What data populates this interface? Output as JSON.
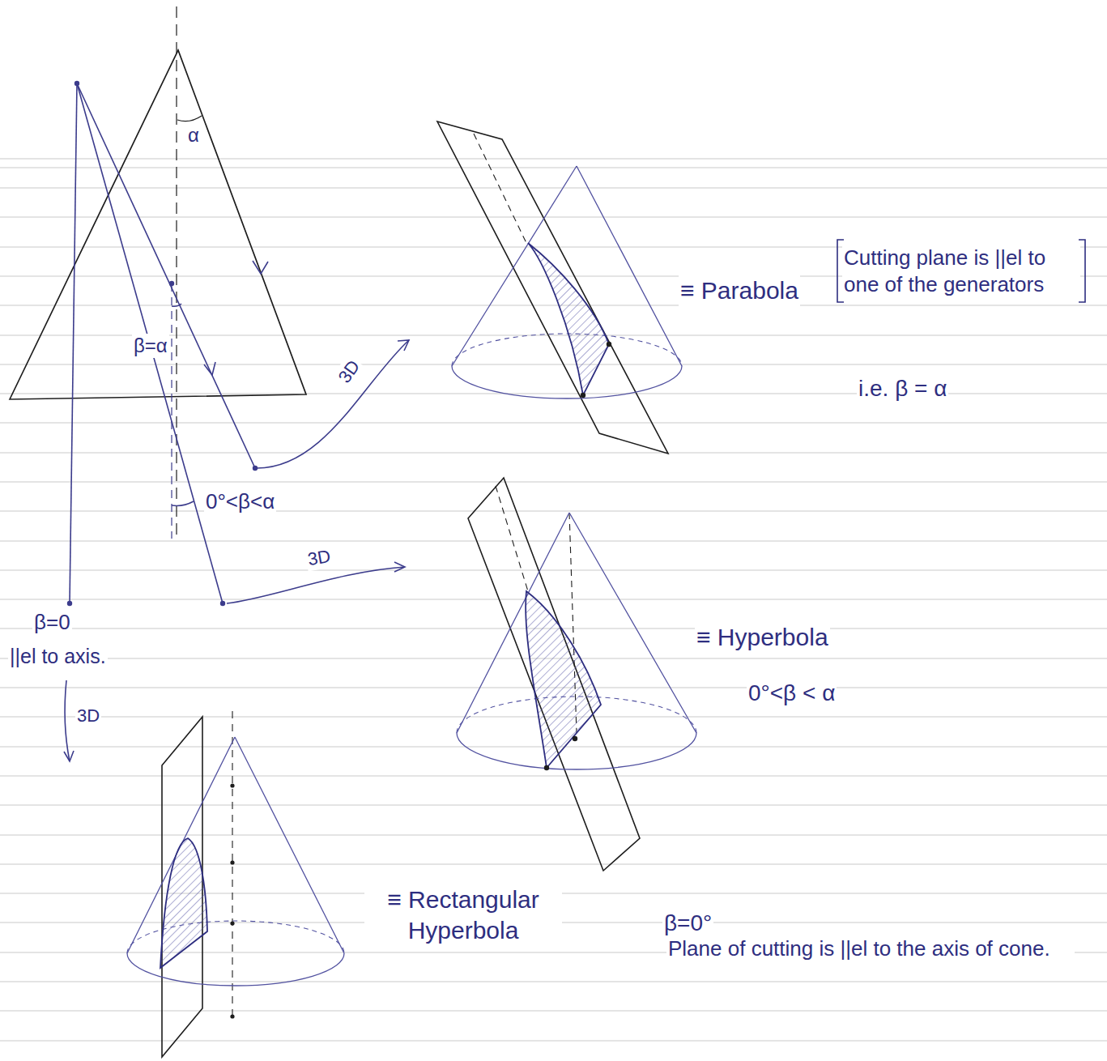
{
  "diagram": {
    "labels": [
      "α",
      "β=α",
      "3D",
      "0°<β<α",
      "3D",
      "β=0",
      "||el to axis.",
      "3D",
      "≡ Parabola",
      "Cutting plane is ||el to one of the generators",
      "i.e. β = α",
      "≡ Hyperbola",
      "0°<β < α",
      "≡ Rectangular Hyperbola",
      "β=0°",
      "Plane of cutting is ||el to the axis of cone."
    ]
  }
}
